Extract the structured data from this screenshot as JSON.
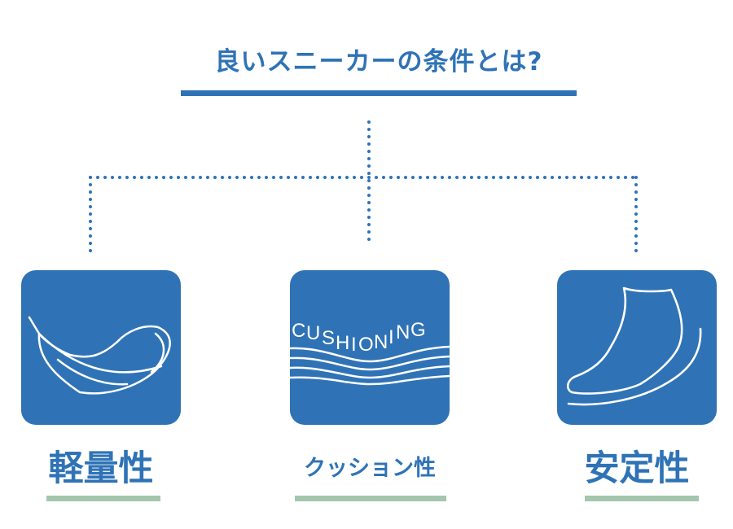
{
  "title": "良いスニーカーの条件とは?",
  "conditions": [
    {
      "label": "軽量性",
      "icon": "feather-icon"
    },
    {
      "label": "クッション性",
      "icon": "cushioning-icon",
      "icon_text": [
        "C",
        "U",
        "S",
        "H",
        "I",
        "O",
        "N",
        "I",
        "N",
        "G"
      ]
    },
    {
      "label": "安定性",
      "icon": "foot-icon"
    }
  ],
  "colors": {
    "primary": "#2f73b6",
    "accent": "#a3c6ad",
    "icon_line": "#ffffff"
  }
}
